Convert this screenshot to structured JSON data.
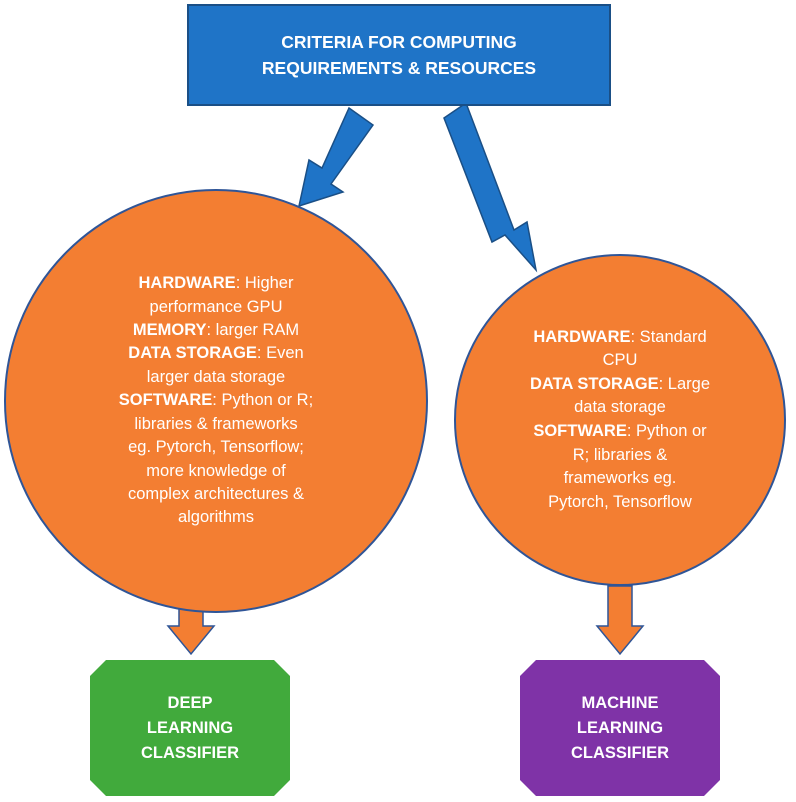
{
  "header": {
    "title_line1": "CRITERIA FOR COMPUTING",
    "title_line2": "REQUIREMENTS & RESOURCES"
  },
  "deep_learning": {
    "lines": [
      {
        "key": "HARDWARE",
        "text": ": Higher"
      },
      {
        "key": "",
        "text": "performance GPU"
      },
      {
        "key": "MEMORY",
        "text": ": larger RAM"
      },
      {
        "key": "DATA STORAGE",
        "text": ": Even"
      },
      {
        "key": "",
        "text": "larger data storage"
      },
      {
        "key": "SOFTWARE",
        "text": ": Python or R;"
      },
      {
        "key": "",
        "text": "libraries & frameworks"
      },
      {
        "key": "",
        "text": "eg. Pytorch, Tensorflow;"
      },
      {
        "key": "",
        "text": "more knowledge of"
      },
      {
        "key": "",
        "text": "complex architectures &"
      },
      {
        "key": "",
        "text": "algorithms"
      }
    ],
    "classifier_line1": "DEEP",
    "classifier_line2": "LEARNING",
    "classifier_line3": "CLASSIFIER"
  },
  "machine_learning": {
    "lines": [
      {
        "key": "HARDWARE",
        "text": ": Standard"
      },
      {
        "key": "",
        "text": "CPU"
      },
      {
        "key": "DATA STORAGE",
        "text": ": Large"
      },
      {
        "key": "",
        "text": "data storage"
      },
      {
        "key": "SOFTWARE",
        "text": ": Python or"
      },
      {
        "key": "",
        "text": "R; libraries &"
      },
      {
        "key": "",
        "text": "frameworks eg."
      },
      {
        "key": "",
        "text": "Pytorch, Tensorflow"
      }
    ],
    "classifier_line1": "MACHINE",
    "classifier_line2": "LEARNING",
    "classifier_line3": "CLASSIFIER"
  },
  "colors": {
    "header_fill": "#1f74c7",
    "circle_fill": "#f37e32",
    "circle_border": "#2f5597",
    "arrow_blue": "#1f74c7",
    "arrow_orange": "#f37e32",
    "dl_classifier_fill": "#41aa3c",
    "ml_classifier_fill": "#7f33a7"
  }
}
